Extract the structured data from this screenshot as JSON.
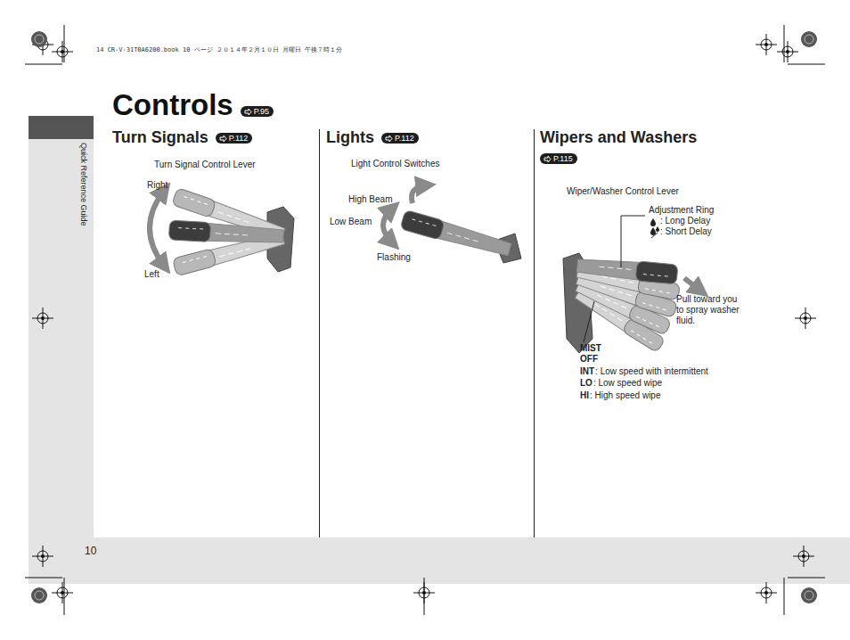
{
  "diagram": {
    "title": "Controls",
    "nodes": [
      {
        "text": [
          "P.95"
        ]
      },
      {
        "text": [
          "P.112"
        ]
      },
      {
        "text": [
          "P.112"
        ]
      },
      {
        "text": [
          "P.115"
        ]
      }
    ],
    "labels": [
      "14 CR-V-31T0A6200.book  10 ページ  ２０１４年２月１０日  月曜日  午後７時１分",
      "Quick Reference Guide",
      "Turn Signals",
      "Turn Signal Control Lever",
      "Right",
      "Left",
      "Lights",
      "Light Control Switches",
      "High Beam",
      "Low Beam",
      "Flashing",
      "Wipers and Washers",
      "Wiper/Washer Control Lever",
      "Adjustment Ring",
      ": Long Delay",
      ": Short Delay",
      "Pull toward you to spray washer fluid.",
      "MIST",
      "OFF",
      "INT",
      ": Low speed with intermittent",
      "LO",
      ": Low speed wipe",
      "HI",
      ": High speed wipe",
      "10"
    ]
  }
}
